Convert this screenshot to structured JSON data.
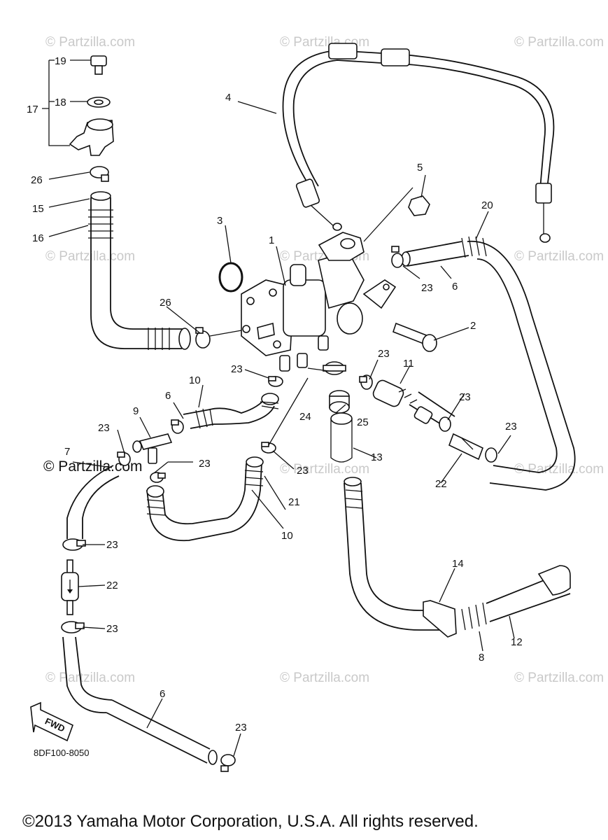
{
  "watermark": "© Partzilla.com",
  "diagram_code": "8DF100-8050",
  "copyright": "©2013 Yamaha Motor Corporation, U.S.A. All rights reserved.",
  "fwd_label": "FWD",
  "callouts": {
    "c1": "1",
    "c2": "2",
    "c3": "3",
    "c4": "4",
    "c5": "5",
    "c6a": "6",
    "c6b": "6",
    "c6c": "6",
    "c7": "7",
    "c8": "8",
    "c9": "9",
    "c10a": "10",
    "c10b": "10",
    "c11": "11",
    "c12": "12",
    "c13": "13",
    "c14": "14",
    "c15": "15",
    "c16": "16",
    "c17": "17",
    "c18": "18",
    "c19": "19",
    "c20": "20",
    "c21": "21",
    "c22a": "22",
    "c22b": "22",
    "c23a": "23",
    "c23b": "23",
    "c23c": "23",
    "c23d": "23",
    "c23e": "23",
    "c23f": "23",
    "c23g": "23",
    "c23h": "23",
    "c23i": "23",
    "c23j": "23",
    "c23k": "23",
    "c24": "24",
    "c25": "25",
    "c26a": "26",
    "c26b": "26"
  }
}
